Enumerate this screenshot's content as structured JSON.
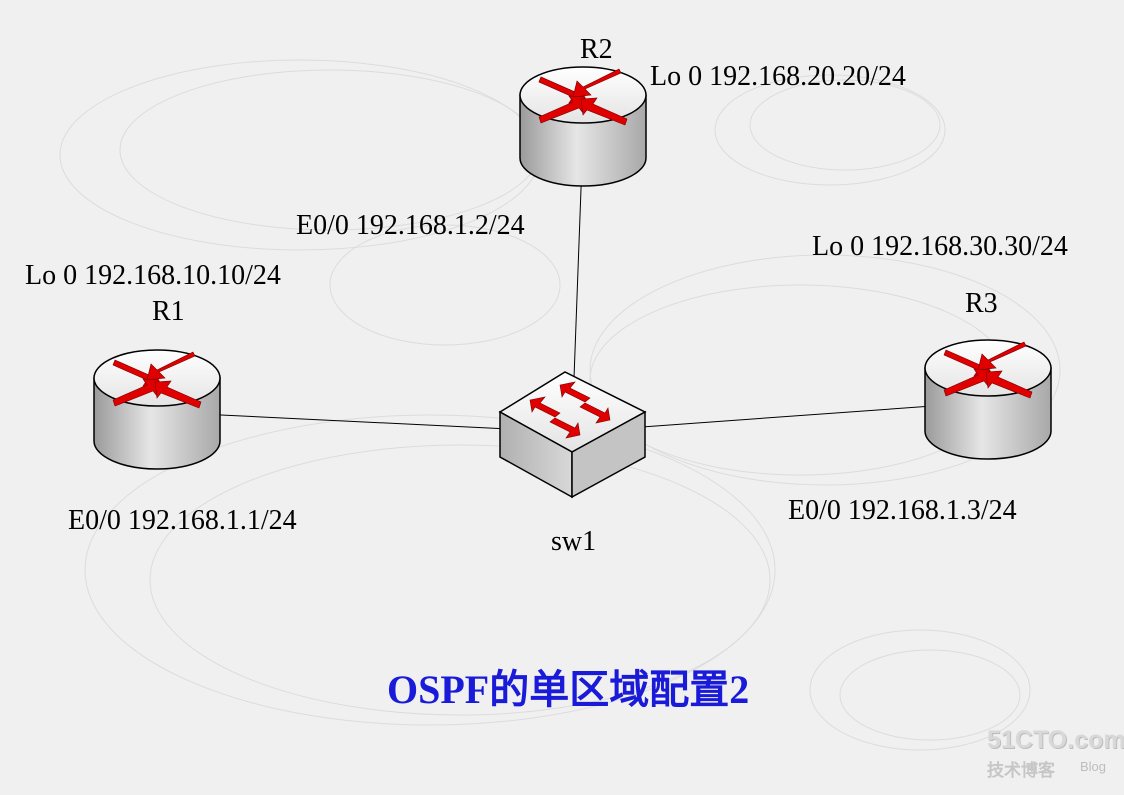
{
  "title": "OSPF的单区域配置2",
  "routers": {
    "r1": {
      "name": "R1",
      "loopback": "Lo 0 192.168.10.10/24",
      "interface": "E0/0 192.168.1.1/24"
    },
    "r2": {
      "name": "R2",
      "loopback": "Lo 0 192.168.20.20/24",
      "interface": "E0/0 192.168.1.2/24"
    },
    "r3": {
      "name": "R3",
      "loopback": "Lo 0 192.168.30.30/24",
      "interface": "E0/0 192.168.1.3/24"
    }
  },
  "switch": {
    "name": "sw1"
  },
  "links": [
    {
      "from": "R1",
      "to": "sw1"
    },
    {
      "from": "R2",
      "to": "sw1"
    },
    {
      "from": "R3",
      "to": "sw1"
    }
  ],
  "watermark": {
    "site": "51CTO.com",
    "tagline": "技术博客",
    "blog": "Blog"
  },
  "colors": {
    "background": "#f0f0f0",
    "title": "#1a1ad9",
    "arrow": "#e00000",
    "device_top": "#f7f7f7",
    "device_side": "#bfbfbf"
  }
}
